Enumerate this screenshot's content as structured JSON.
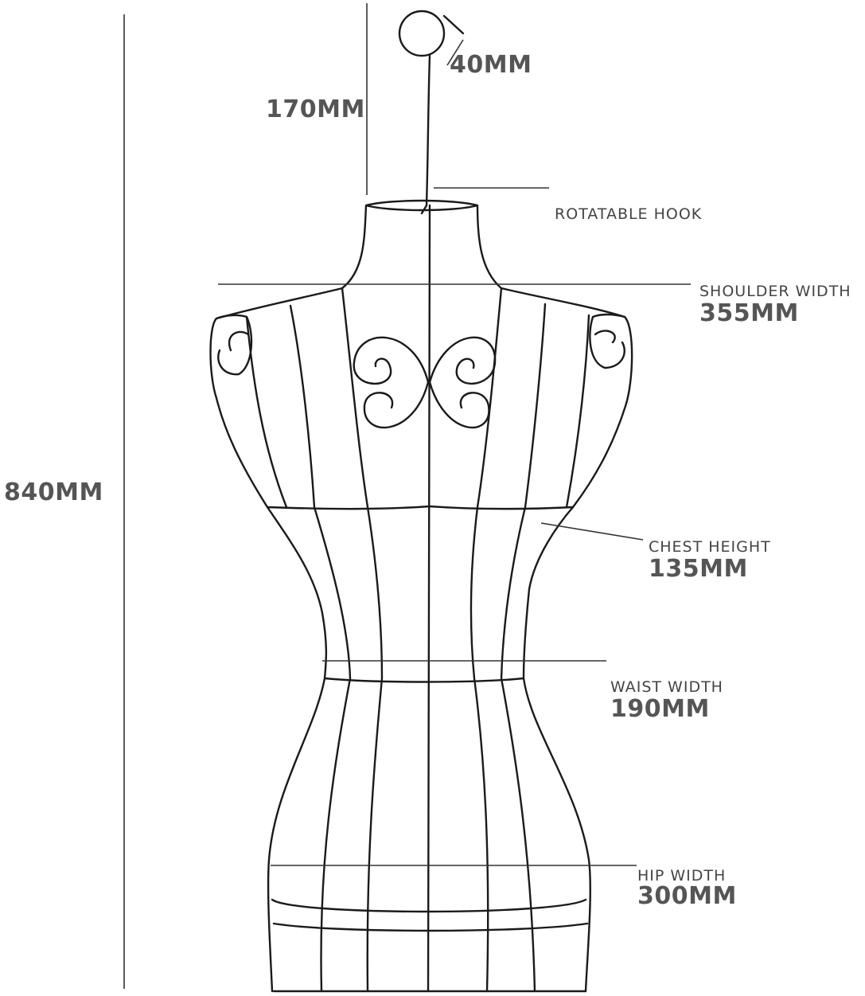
{
  "dimensions": {
    "hook_diameter": "40MM",
    "hook_height": "170MM",
    "total_height": "840MM"
  },
  "callouts": {
    "rotatable_hook": "ROTATABLE HOOK",
    "shoulder": {
      "label": "SHOULDER WIDTH",
      "value": "355MM"
    },
    "chest": {
      "label": "CHEST HEIGHT",
      "value": "135MM"
    },
    "waist": {
      "label": "WAIST WIDTH",
      "value": "190MM"
    },
    "hip": {
      "label": "HIP WIDTH",
      "value": "300MM"
    }
  },
  "colors": {
    "wire": "#1a1a1a",
    "leader_line": "#333333",
    "text": "#555555"
  }
}
